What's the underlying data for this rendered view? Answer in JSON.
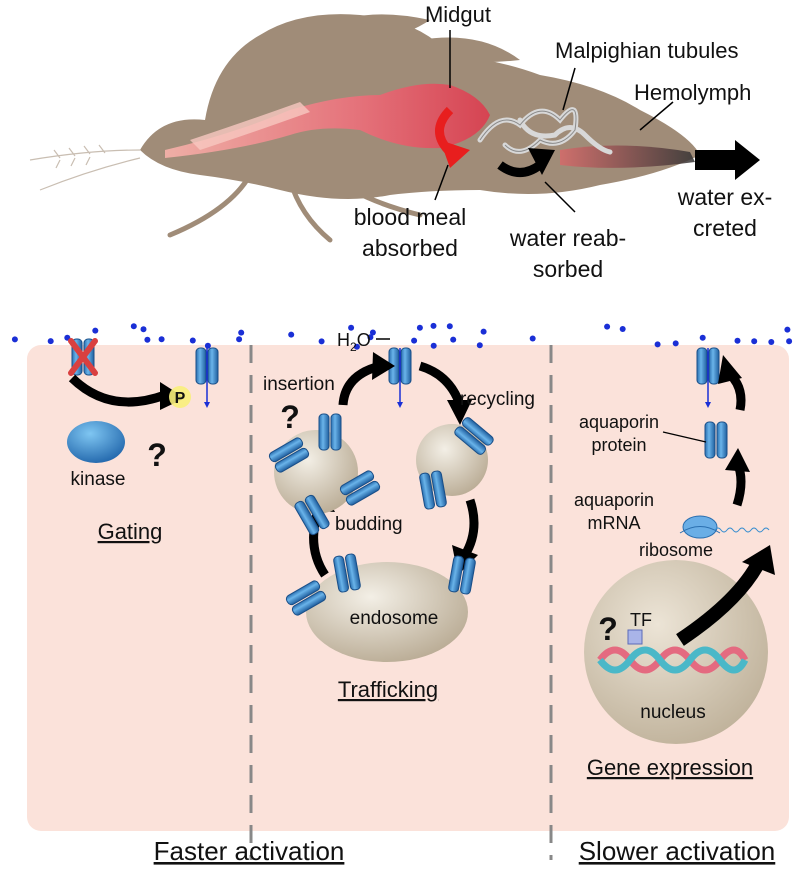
{
  "top_labels": {
    "midgut": "Midgut",
    "malpighian": "Malpighian tubules",
    "hemolymph": "Hemolymph",
    "blood_meal_1": "blood meal",
    "blood_meal_2": "absorbed",
    "reabsorbed_1": "water reab-",
    "reabsorbed_2": "sorbed",
    "excreted_1": "water ex-",
    "excreted_2": "creted"
  },
  "gating": {
    "title": "Gating",
    "kinase": "kinase",
    "phospho": "P",
    "question": "?"
  },
  "trafficking": {
    "title": "Trafficking",
    "water": "H",
    "water_sub": "2",
    "water_end": "O",
    "insertion": "insertion",
    "recycling": "recycling",
    "budding": "budding",
    "endosome": "endosome",
    "question": "?"
  },
  "expression": {
    "title": "Gene expression",
    "protein_1": "aquaporin",
    "protein_2": "protein",
    "mrna_1": "aquaporin",
    "mrna_2": "mRNA",
    "ribosome": "ribosome",
    "tf": "TF",
    "nucleus": "nucleus",
    "question": "?"
  },
  "bottom": {
    "faster": "Faster activation",
    "slower": "Slower activation"
  },
  "colors": {
    "mosquito": "#a08c78",
    "gut": "#e8707a",
    "panel": "#fbe2da",
    "aquaporin": "#3a8fd0",
    "water_dot": "#1a2fd6",
    "vesicle": "#d6ccbc",
    "arrow": "#000000",
    "red_arrow": "#e81e1e"
  }
}
